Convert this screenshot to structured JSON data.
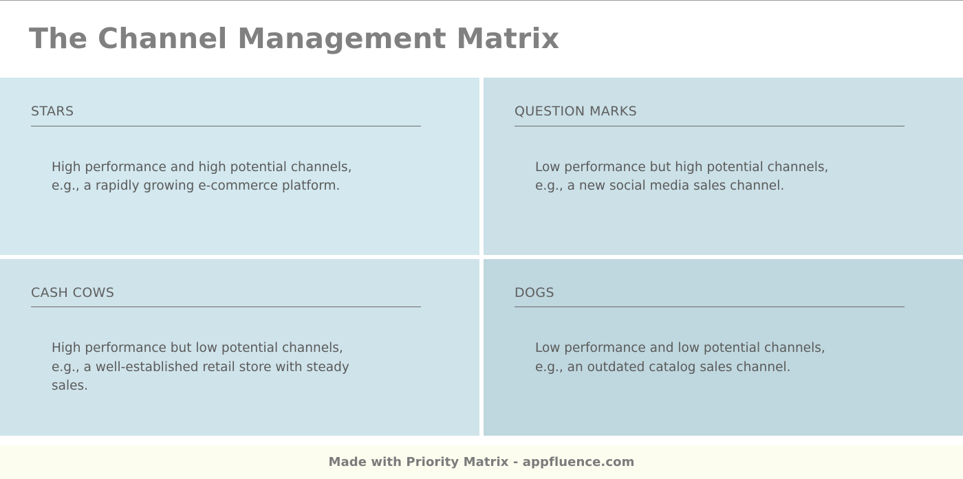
{
  "header": {
    "title": "The Channel Management Matrix",
    "title_color": "#808080"
  },
  "matrix": {
    "quadrants": [
      {
        "key": "stars",
        "header": "STARS",
        "body": "High performance and high potential channels,\ne.g., a rapidly growing e-commerce platform.",
        "background": "#d3e8ef"
      },
      {
        "key": "question-marks",
        "header": "QUESTION MARKS",
        "body": "Low performance but high potential channels,\ne.g., a new social media sales channel.",
        "background": "#cbe0e7"
      },
      {
        "key": "cash-cows",
        "header": "CASH COWS",
        "body": "High performance but low potential channels,\ne.g., a well-established retail store with steady\nsales.",
        "background": "#cfe3ea"
      },
      {
        "key": "dogs",
        "header": "DOGS",
        "body": "Low performance and low potential channels,\ne.g., an outdated catalog sales channel.",
        "background": "#bfd7de"
      }
    ]
  },
  "footer": {
    "text": "Made with Priority Matrix - appfluence.com",
    "background": "#fcfdef",
    "text_color": "#7b7b7b"
  }
}
